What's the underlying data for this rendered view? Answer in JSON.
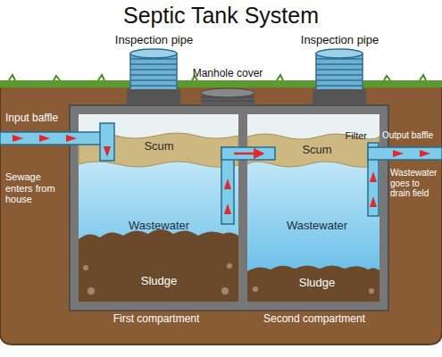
{
  "diagram": {
    "title": "Septic Tank System",
    "nodes": [
      {
        "text": [
          "Scum",
          "Wastewater",
          "Sludge",
          "First compartment"
        ]
      },
      {
        "text": [
          "Scum",
          "Wastewater",
          "Sludge",
          "Second compartment"
        ]
      }
    ],
    "edges": [
      {
        "from": 0,
        "to": 1,
        "arrow": "to"
      }
    ],
    "labels": [
      "Inspection pipe",
      "Manhole cover",
      "Inspection pipe",
      "Input baffle",
      "Sewage enters from house",
      "Filter",
      "Output baffle",
      "Wastewater goes to drain field"
    ]
  }
}
